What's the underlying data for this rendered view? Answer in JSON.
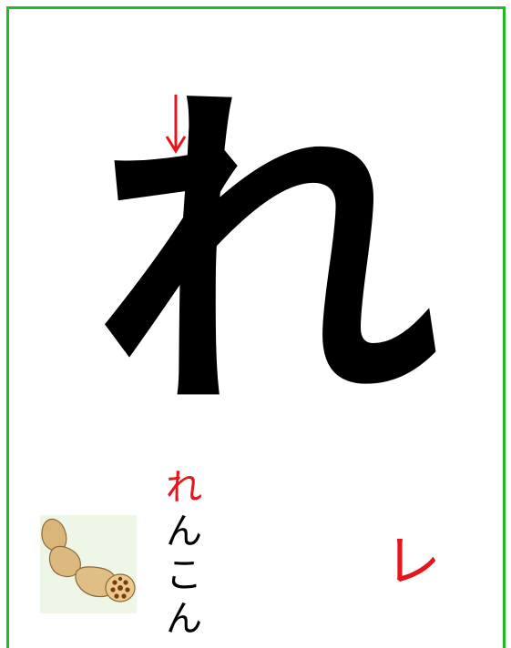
{
  "card": {
    "main_character": "れ",
    "romaji": "レ",
    "word_first": "れ",
    "word_rest": [
      "ん",
      "こ",
      "ん"
    ]
  },
  "icons": {
    "stroke_arrow": "down-arrow-icon",
    "illustration": "lotus-root-icon"
  },
  "colors": {
    "border": "#22bb22",
    "accent": "#e8141b",
    "text": "#000000"
  }
}
